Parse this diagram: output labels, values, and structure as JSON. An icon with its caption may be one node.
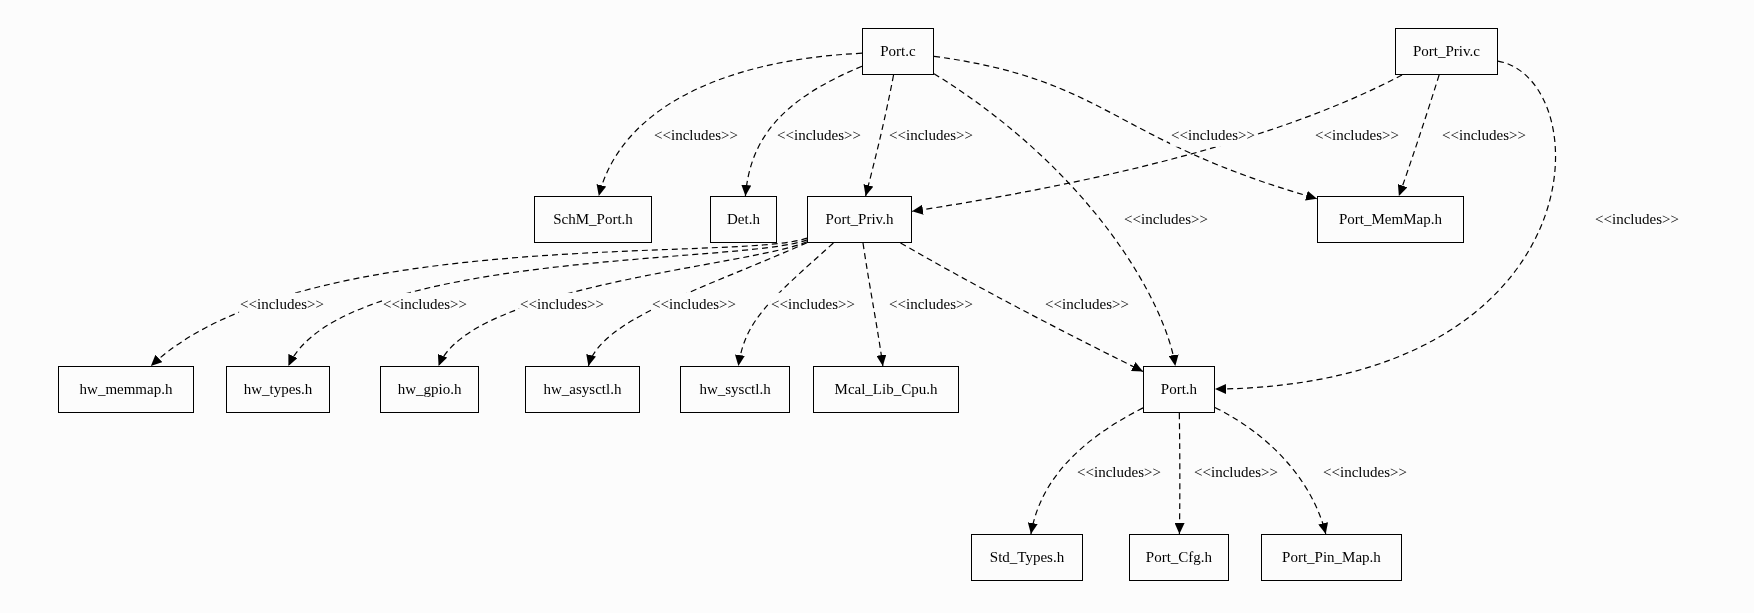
{
  "diagram": {
    "nodes": [
      {
        "text": [
          "Port.c"
        ]
      },
      {
        "text": [
          "Port_Priv.c"
        ]
      },
      {
        "text": [
          "SchM_Port.h"
        ]
      },
      {
        "text": [
          "Det.h"
        ]
      },
      {
        "text": [
          "Port_Priv.h"
        ]
      },
      {
        "text": [
          "Port_MemMap.h"
        ]
      },
      {
        "text": [
          "hw_memmap.h"
        ]
      },
      {
        "text": [
          "hw_types.h"
        ]
      },
      {
        "text": [
          "hw_gpio.h"
        ]
      },
      {
        "text": [
          "hw_asysctl.h"
        ]
      },
      {
        "text": [
          "hw_sysctl.h"
        ]
      },
      {
        "text": [
          "Mcal_Lib_Cpu.h"
        ]
      },
      {
        "text": [
          "Port.h"
        ]
      },
      {
        "text": [
          "Std_Types.h"
        ]
      },
      {
        "text": [
          "Port_Cfg.h"
        ]
      },
      {
        "text": [
          "Port_Pin_Map.h"
        ]
      }
    ],
    "edges": [
      {
        "from": 0,
        "to": 2,
        "arrow": "to",
        "label": "<<includes>>",
        "style": "dashed"
      },
      {
        "from": 0,
        "to": 3,
        "arrow": "to",
        "label": "<<includes>>",
        "style": "dashed"
      },
      {
        "from": 0,
        "to": 4,
        "arrow": "to",
        "label": "<<includes>>",
        "style": "dashed"
      },
      {
        "from": 0,
        "to": 12,
        "arrow": "to",
        "label": "<<includes>>",
        "style": "dashed"
      },
      {
        "from": 0,
        "to": 5,
        "arrow": "to",
        "label": "<<includes>>",
        "style": "dashed"
      },
      {
        "from": 1,
        "to": 4,
        "arrow": "to",
        "label": "<<includes>>",
        "style": "dashed"
      },
      {
        "from": 1,
        "to": 5,
        "arrow": "to",
        "label": "<<includes>>",
        "style": "dashed"
      },
      {
        "from": 1,
        "to": 12,
        "arrow": "to",
        "label": "<<includes>>",
        "style": "dashed"
      },
      {
        "from": 4,
        "to": 6,
        "arrow": "to",
        "label": "<<includes>>",
        "style": "dashed"
      },
      {
        "from": 4,
        "to": 7,
        "arrow": "to",
        "label": "<<includes>>",
        "style": "dashed"
      },
      {
        "from": 4,
        "to": 8,
        "arrow": "to",
        "label": "<<includes>>",
        "style": "dashed"
      },
      {
        "from": 4,
        "to": 9,
        "arrow": "to",
        "label": "<<includes>>",
        "style": "dashed"
      },
      {
        "from": 4,
        "to": 10,
        "arrow": "to",
        "label": "<<includes>>",
        "style": "dashed"
      },
      {
        "from": 4,
        "to": 11,
        "arrow": "to",
        "label": "<<includes>>",
        "style": "dashed"
      },
      {
        "from": 4,
        "to": 12,
        "arrow": "to",
        "label": "<<includes>>",
        "style": "dashed"
      },
      {
        "from": 12,
        "to": 13,
        "arrow": "to",
        "label": "<<includes>>",
        "style": "dashed"
      },
      {
        "from": 12,
        "to": 14,
        "arrow": "to",
        "label": "<<includes>>",
        "style": "dashed"
      },
      {
        "from": 12,
        "to": 15,
        "arrow": "to",
        "label": "<<includes>>",
        "style": "dashed"
      }
    ]
  }
}
